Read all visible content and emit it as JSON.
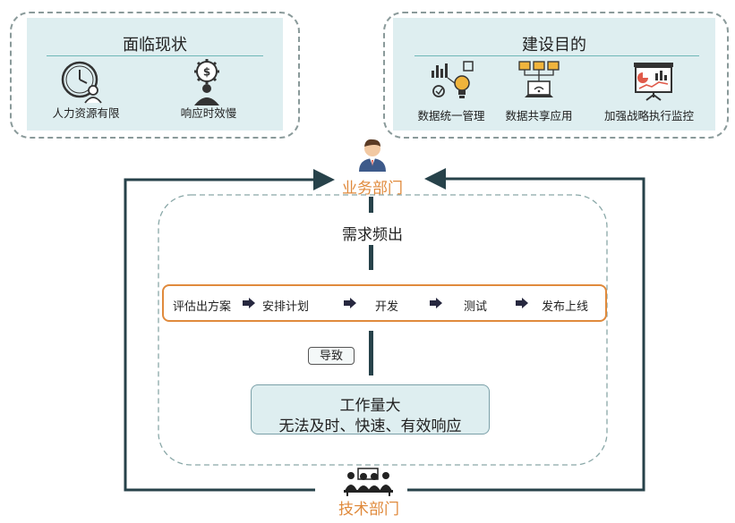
{
  "current_status": {
    "title": "面临现状",
    "items": [
      {
        "label": "人力资源有限",
        "icon": "clock-person-icon"
      },
      {
        "label": "响应时效慢",
        "icon": "gear-dollar-person-icon"
      }
    ]
  },
  "goals": {
    "title": "建设目的",
    "items": [
      {
        "label": "数据统一管理",
        "icon": "data-bulb-icon"
      },
      {
        "label": "数据共享应用",
        "icon": "network-laptop-icon"
      },
      {
        "label": "加强战略执行监控",
        "icon": "presentation-chart-icon"
      }
    ]
  },
  "flow": {
    "business_dept": "业务部门",
    "demand": "需求频出",
    "steps": [
      "评估出方案",
      "安排计划",
      "开发",
      "测试",
      "发布上线"
    ],
    "leads_to": "导致",
    "result_line1": "工作量大",
    "result_line2": "无法及时、快速、有效响应",
    "tech_dept": "技术部门"
  },
  "colors": {
    "accent_orange": "#e08a3c",
    "dark_line": "#27424a",
    "panel_fill": "#deeef0",
    "result_fill": "#deeef0"
  }
}
